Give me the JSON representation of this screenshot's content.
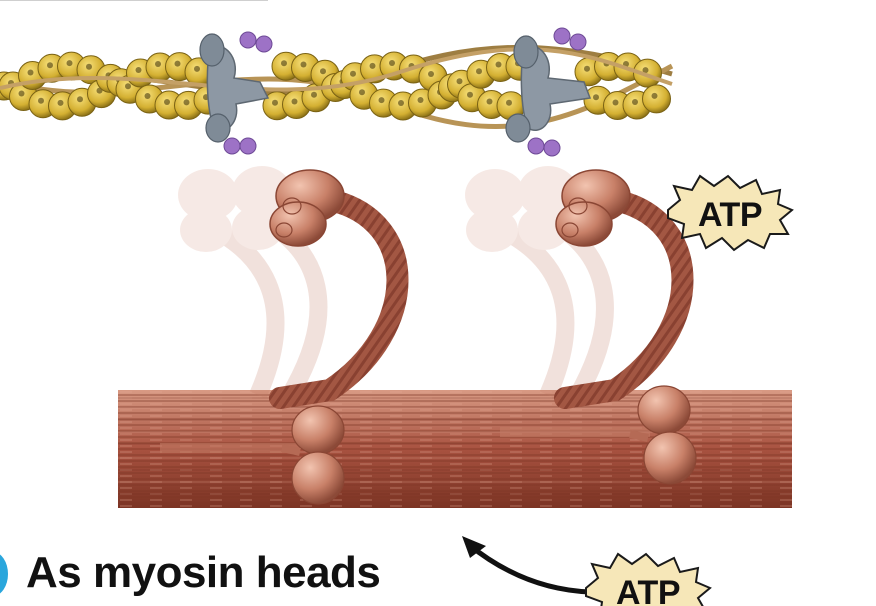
{
  "labels": {
    "atp_upper": "ATP",
    "atp_lower": "ATP",
    "caption": "As myosin heads"
  },
  "colors": {
    "actin_bead": "#d8b73a",
    "actin_strand": "#a8864a",
    "troponin": "#8d98a4",
    "troponin_cap": "#9d72c6",
    "myosin": "#b56a55",
    "myosin_head": "#c98a73",
    "atp_burst": "#f6e7b8",
    "step_marker": "#2aa6dc"
  }
}
